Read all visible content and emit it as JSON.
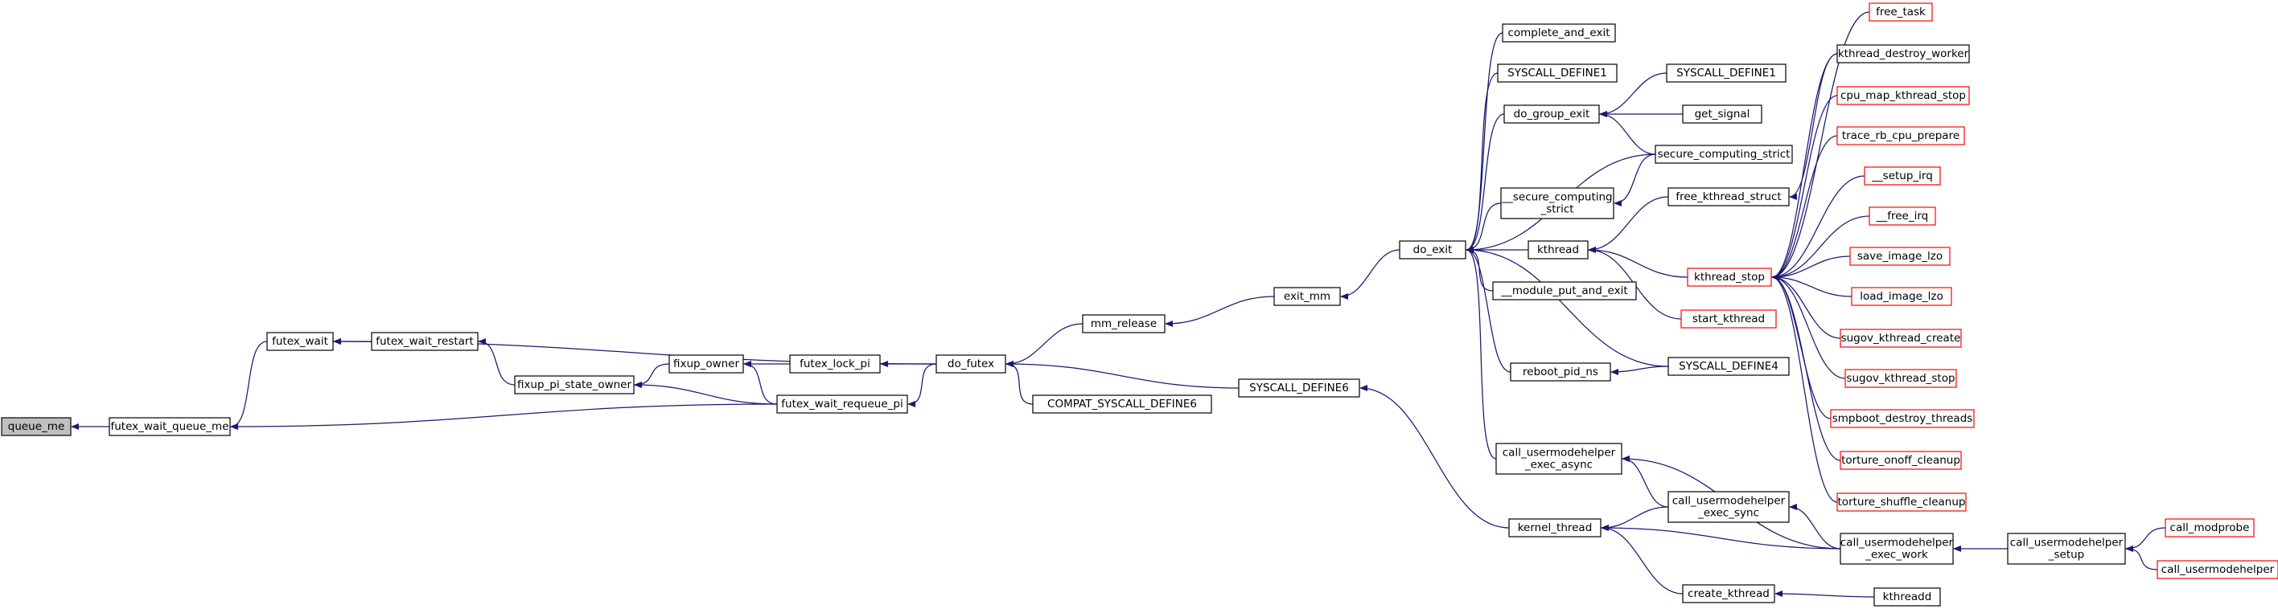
{
  "graph": {
    "colors": {
      "edge": "#191970",
      "node_border": "#000000",
      "truncated_border": "#ff0000",
      "root_fill": "#bfbfbf"
    },
    "nodes": [
      {
        "id": "queue_me",
        "lines": [
          "queue_me"
        ],
        "root": true
      },
      {
        "id": "futex_wait_queue_me",
        "lines": [
          "futex_wait_queue_me"
        ]
      },
      {
        "id": "futex_wait",
        "lines": [
          "futex_wait"
        ]
      },
      {
        "id": "futex_wait_restart",
        "lines": [
          "futex_wait_restart"
        ]
      },
      {
        "id": "fixup_pi_state_owner",
        "lines": [
          "fixup_pi_state_owner"
        ]
      },
      {
        "id": "fixup_owner",
        "lines": [
          "fixup_owner"
        ]
      },
      {
        "id": "futex_lock_pi",
        "lines": [
          "futex_lock_pi"
        ]
      },
      {
        "id": "futex_wait_requeue_pi",
        "lines": [
          "futex_wait_requeue_pi"
        ]
      },
      {
        "id": "do_futex",
        "lines": [
          "do_futex"
        ]
      },
      {
        "id": "mm_release",
        "lines": [
          "mm_release"
        ]
      },
      {
        "id": "COMPAT_SYSCALL_DEFINE6",
        "lines": [
          "COMPAT_SYSCALL_DEFINE6"
        ]
      },
      {
        "id": "exit_mm",
        "lines": [
          "exit_mm"
        ]
      },
      {
        "id": "SYSCALL_DEFINE6",
        "lines": [
          "SYSCALL_DEFINE6"
        ]
      },
      {
        "id": "do_exit",
        "lines": [
          "do_exit"
        ]
      },
      {
        "id": "complete_and_exit",
        "lines": [
          "complete_and_exit"
        ]
      },
      {
        "id": "SYSCALL_DEFINE1_a",
        "lines": [
          "SYSCALL_DEFINE1"
        ]
      },
      {
        "id": "do_group_exit",
        "lines": [
          "do_group_exit"
        ]
      },
      {
        "id": "SYSCALL_DEFINE1_b",
        "lines": [
          "SYSCALL_DEFINE1"
        ]
      },
      {
        "id": "get_signal",
        "lines": [
          "get_signal"
        ]
      },
      {
        "id": "secure_computing_strict",
        "lines": [
          "secure_computing_strict"
        ]
      },
      {
        "id": "__secure_computing_strict",
        "lines": [
          "__secure_computing",
          "_strict"
        ]
      },
      {
        "id": "kthread",
        "lines": [
          "kthread"
        ]
      },
      {
        "id": "free_kthread_struct",
        "lines": [
          "free_kthread_struct"
        ]
      },
      {
        "id": "kthread_stop",
        "lines": [
          "kthread_stop"
        ],
        "red": true
      },
      {
        "id": "start_kthread",
        "lines": [
          "start_kthread"
        ],
        "red": true
      },
      {
        "id": "__module_put_and_exit",
        "lines": [
          "__module_put_and_exit"
        ]
      },
      {
        "id": "reboot_pid_ns",
        "lines": [
          "reboot_pid_ns"
        ]
      },
      {
        "id": "SYSCALL_DEFINE4",
        "lines": [
          "SYSCALL_DEFINE4"
        ]
      },
      {
        "id": "call_usermodehelper_exec_async",
        "lines": [
          "call_usermodehelper",
          "_exec_async"
        ]
      },
      {
        "id": "call_usermodehelper_exec_sync",
        "lines": [
          "call_usermodehelper",
          "_exec_sync"
        ]
      },
      {
        "id": "call_usermodehelper_exec_work",
        "lines": [
          "call_usermodehelper",
          "_exec_work"
        ]
      },
      {
        "id": "kernel_thread",
        "lines": [
          "kernel_thread"
        ]
      },
      {
        "id": "create_kthread",
        "lines": [
          "create_kthread"
        ]
      },
      {
        "id": "kthreadd",
        "lines": [
          "kthreadd"
        ]
      },
      {
        "id": "call_usermodehelper_setup",
        "lines": [
          "call_usermodehelper",
          "_setup"
        ]
      },
      {
        "id": "call_modprobe",
        "lines": [
          "call_modprobe"
        ],
        "red": true
      },
      {
        "id": "call_usermodehelper",
        "lines": [
          "call_usermodehelper"
        ],
        "red": true
      },
      {
        "id": "free_task",
        "lines": [
          "free_task"
        ],
        "red": true
      },
      {
        "id": "kthread_destroy_worker",
        "lines": [
          "kthread_destroy_worker"
        ]
      },
      {
        "id": "cpu_map_kthread_stop",
        "lines": [
          "cpu_map_kthread_stop"
        ],
        "red": true
      },
      {
        "id": "trace_rb_cpu_prepare",
        "lines": [
          "trace_rb_cpu_prepare"
        ],
        "red": true
      },
      {
        "id": "__setup_irq",
        "lines": [
          "__setup_irq"
        ],
        "red": true
      },
      {
        "id": "__free_irq",
        "lines": [
          "__free_irq"
        ],
        "red": true
      },
      {
        "id": "save_image_lzo",
        "lines": [
          "save_image_lzo"
        ],
        "red": true
      },
      {
        "id": "load_image_lzo",
        "lines": [
          "load_image_lzo"
        ],
        "red": true
      },
      {
        "id": "sugov_kthread_create",
        "lines": [
          "sugov_kthread_create"
        ],
        "red": true
      },
      {
        "id": "sugov_kthread_stop",
        "lines": [
          "sugov_kthread_stop"
        ],
        "red": true
      },
      {
        "id": "smpboot_destroy_threads",
        "lines": [
          "smpboot_destroy_threads"
        ],
        "red": true
      },
      {
        "id": "torture_onoff_cleanup",
        "lines": [
          "torture_onoff_cleanup"
        ],
        "red": true
      },
      {
        "id": "torture_shuffle_cleanup",
        "lines": [
          "torture_shuffle_cleanup"
        ],
        "red": true
      }
    ],
    "edges": [
      [
        "futex_wait_queue_me",
        "queue_me"
      ],
      [
        "futex_wait",
        "futex_wait_queue_me"
      ],
      [
        "futex_wait_requeue_pi",
        "futex_wait_queue_me"
      ],
      [
        "futex_wait_restart",
        "futex_wait"
      ],
      [
        "do_futex",
        "futex_wait"
      ],
      [
        "fixup_pi_state_owner",
        "futex_wait_restart"
      ],
      [
        "fixup_owner",
        "fixup_pi_state_owner"
      ],
      [
        "futex_wait_requeue_pi",
        "fixup_pi_state_owner"
      ],
      [
        "futex_lock_pi",
        "fixup_owner"
      ],
      [
        "futex_wait_requeue_pi",
        "fixup_owner"
      ],
      [
        "do_futex",
        "futex_lock_pi"
      ],
      [
        "do_futex",
        "futex_wait_requeue_pi"
      ],
      [
        "mm_release",
        "do_futex"
      ],
      [
        "COMPAT_SYSCALL_DEFINE6",
        "do_futex"
      ],
      [
        "SYSCALL_DEFINE6",
        "do_futex"
      ],
      [
        "exit_mm",
        "mm_release"
      ],
      [
        "do_exit",
        "exit_mm"
      ],
      [
        "kernel_thread",
        "SYSCALL_DEFINE6"
      ],
      [
        "complete_and_exit",
        "do_exit"
      ],
      [
        "SYSCALL_DEFINE1_a",
        "do_exit"
      ],
      [
        "do_group_exit",
        "do_exit"
      ],
      [
        "secure_computing_strict",
        "do_exit"
      ],
      [
        "__secure_computing_strict",
        "do_exit"
      ],
      [
        "kthread",
        "do_exit"
      ],
      [
        "__module_put_and_exit",
        "do_exit"
      ],
      [
        "reboot_pid_ns",
        "do_exit"
      ],
      [
        "SYSCALL_DEFINE4",
        "do_exit"
      ],
      [
        "call_usermodehelper_exec_async",
        "do_exit"
      ],
      [
        "SYSCALL_DEFINE1_b",
        "do_group_exit"
      ],
      [
        "get_signal",
        "do_group_exit"
      ],
      [
        "secure_computing_strict",
        "do_group_exit"
      ],
      [
        "secure_computing_strict",
        "__secure_computing_strict"
      ],
      [
        "free_kthread_struct",
        "kthread"
      ],
      [
        "kthread_stop",
        "kthread"
      ],
      [
        "start_kthread",
        "kthread"
      ],
      [
        "SYSCALL_DEFINE4",
        "reboot_pid_ns"
      ],
      [
        "call_usermodehelper_exec_sync",
        "call_usermodehelper_exec_async"
      ],
      [
        "call_usermodehelper_exec_work",
        "call_usermodehelper_exec_async"
      ],
      [
        "call_usermodehelper_exec_sync",
        "kernel_thread"
      ],
      [
        "call_usermodehelper_exec_work",
        "kernel_thread"
      ],
      [
        "create_kthread",
        "kernel_thread"
      ],
      [
        "call_usermodehelper_exec_work",
        "call_usermodehelper_exec_sync"
      ],
      [
        "kthreadd",
        "create_kthread"
      ],
      [
        "call_usermodehelper_setup",
        "call_usermodehelper_exec_work"
      ],
      [
        "call_modprobe",
        "call_usermodehelper_setup"
      ],
      [
        "call_usermodehelper",
        "call_usermodehelper_setup"
      ],
      [
        "kthread_destroy_worker",
        "free_kthread_struct"
      ],
      [
        "free_task",
        "kthread_stop"
      ],
      [
        "kthread_destroy_worker",
        "kthread_stop"
      ],
      [
        "cpu_map_kthread_stop",
        "kthread_stop"
      ],
      [
        "trace_rb_cpu_prepare",
        "kthread_stop"
      ],
      [
        "__setup_irq",
        "kthread_stop"
      ],
      [
        "__free_irq",
        "kthread_stop"
      ],
      [
        "save_image_lzo",
        "kthread_stop"
      ],
      [
        "load_image_lzo",
        "kthread_stop"
      ],
      [
        "sugov_kthread_create",
        "kthread_stop"
      ],
      [
        "sugov_kthread_stop",
        "kthread_stop"
      ],
      [
        "smpboot_destroy_threads",
        "kthread_stop"
      ],
      [
        "torture_onoff_cleanup",
        "kthread_stop"
      ],
      [
        "torture_shuffle_cleanup",
        "kthread_stop"
      ]
    ]
  }
}
